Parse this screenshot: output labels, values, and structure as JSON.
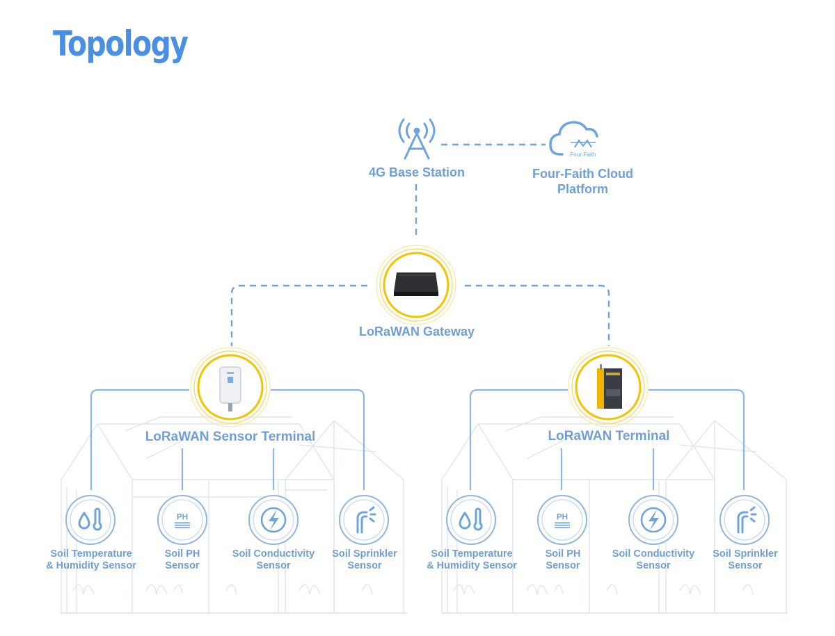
{
  "title": "Topology",
  "top": {
    "base_station": {
      "label": "4G Base Station",
      "icon": "cell-tower-icon"
    },
    "cloud": {
      "label_lines": [
        "Four-Faith Cloud",
        "Platform"
      ],
      "logo_text": "Four-Faith",
      "icon": "cloud-icon"
    }
  },
  "gateway": {
    "label": "LoRaWAN Gateway",
    "icon": "gateway-device-icon"
  },
  "left_terminal": {
    "label": "LoRaWAN Sensor Terminal",
    "icon": "sensor-terminal-icon",
    "sensors": [
      {
        "lines": [
          "Soil Temperature",
          "& Humidity Sensor"
        ],
        "icon": "thermometer-drop-icon"
      },
      {
        "lines": [
          "Soil PH",
          "Sensor"
        ],
        "icon": "ph-icon"
      },
      {
        "lines": [
          "Soil Conductivity",
          "Sensor"
        ],
        "icon": "lightning-icon"
      },
      {
        "lines": [
          "Soil Sprinkler",
          "Sensor"
        ],
        "icon": "sprinkler-icon"
      }
    ]
  },
  "right_terminal": {
    "label": "LoRaWAN Terminal",
    "icon": "lorawan-terminal-icon",
    "sensors": [
      {
        "lines": [
          "Soil Temperature",
          "& Humidity Sensor"
        ],
        "icon": "thermometer-drop-icon"
      },
      {
        "lines": [
          "Soil PH",
          "Sensor"
        ],
        "icon": "ph-icon"
      },
      {
        "lines": [
          "Soil Conductivity",
          "Sensor"
        ],
        "icon": "lightning-icon"
      },
      {
        "lines": [
          "Soil Sprinkler",
          "Sensor"
        ],
        "icon": "sprinkler-icon"
      }
    ]
  },
  "colors": {
    "title": "#4a90e2",
    "label": "#6f9fd6",
    "ring": "#f2c400",
    "line": "#8fb6e3"
  }
}
